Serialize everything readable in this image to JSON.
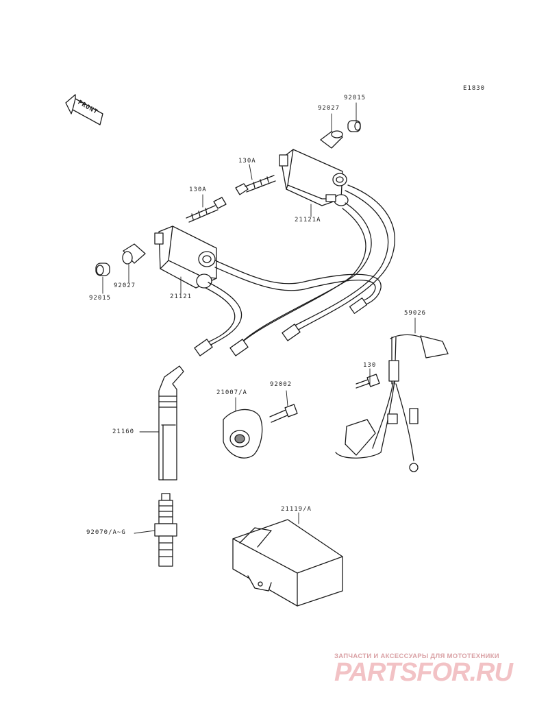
{
  "diagram_code": "E1830",
  "front_label": "FRONT",
  "parts": {
    "p92015_top": "92015",
    "p92027_top": "92027",
    "p130a_top": "130A",
    "p130a_mid": "130A",
    "p21121a": "21121A",
    "p92027_left": "92027",
    "p92015_left": "92015",
    "p21121": "21121",
    "p59026": "59026",
    "p130": "130",
    "p21007": "21007/A",
    "p92002": "92002",
    "p21160": "21160",
    "p21119": "21119/A",
    "p92070": "92070/A~G"
  },
  "watermark": {
    "tagline": "ЗАПЧАСТИ И АКСЕССУАРЫ ДЛЯ МОТОТЕХНИКИ",
    "brand": "PARTSFOR.RU"
  }
}
